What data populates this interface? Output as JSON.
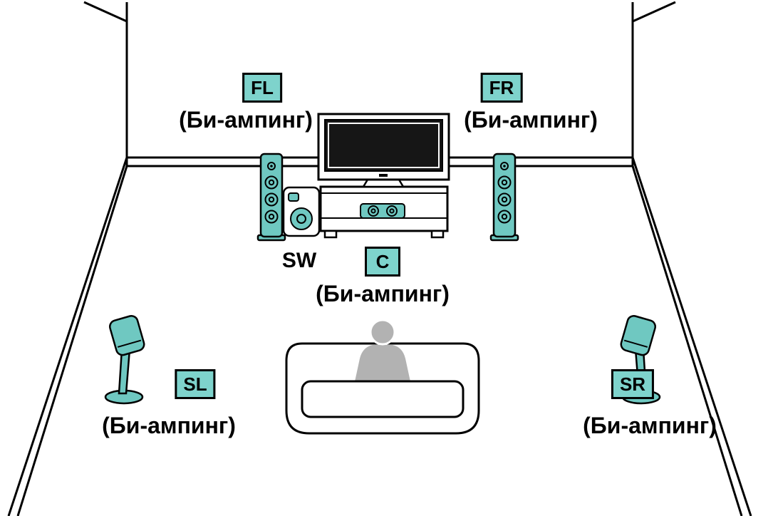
{
  "diagram": {
    "type": "speaker-placement-diagram",
    "colors": {
      "speaker": "#6FC8C1",
      "label_box": "#7ED3CC",
      "person": "#B2B2B2",
      "screen": "#161616",
      "line": "#000000"
    },
    "labels": {
      "fl": {
        "code": "FL",
        "note": "(Би-ампинг)"
      },
      "fr": {
        "code": "FR",
        "note": "(Би-ампинг)"
      },
      "sw": {
        "code": "SW"
      },
      "c": {
        "code": "C",
        "note": "(Би-ампинг)"
      },
      "sl": {
        "code": "SL",
        "note": "(Би-ампинг)"
      },
      "sr": {
        "code": "SR",
        "note": "(Би-ампинг)"
      }
    }
  }
}
